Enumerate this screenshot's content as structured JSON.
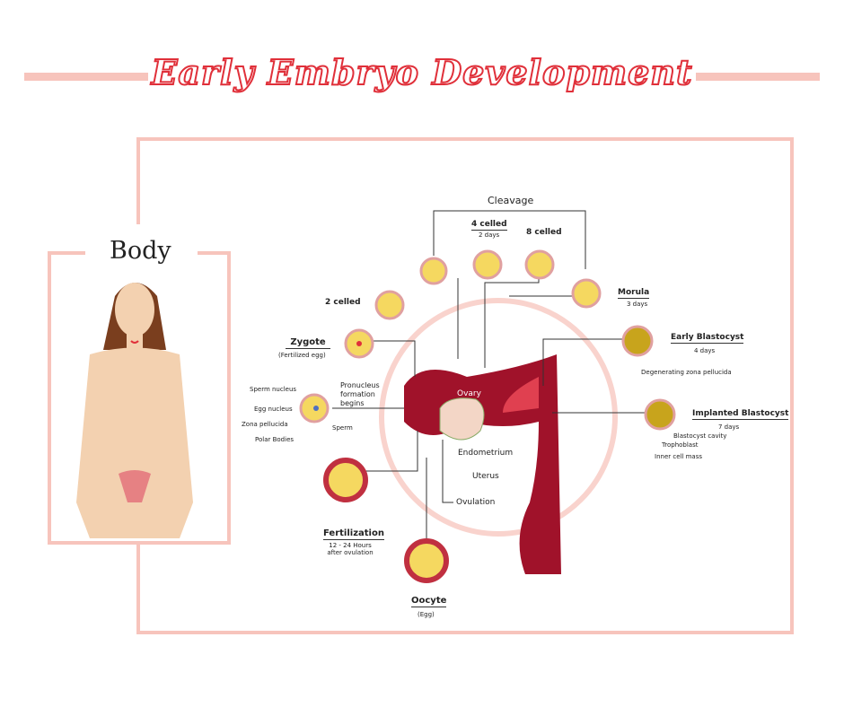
{
  "title": "Early Embryo Development",
  "body_label": "Body",
  "labels": {
    "cleavage": "Cleavage",
    "four_celled": "4 celled",
    "four_celled_time": "2 days",
    "eight_celled": "8 celled",
    "two_celled": "2 celled",
    "morula": "Morula",
    "morula_time": "3 days",
    "zygote": "Zygote",
    "zygote_sub": "(Fertilized egg)",
    "early_blastocyst": "Early Blastocyst",
    "early_blastocyst_time": "4 days",
    "degenerating": "Degenerating zona pellucida",
    "implanted_blastocyst": "Implanted Blastocyst",
    "implanted_time": "7 days",
    "blastocyst_cavity": "Blastocyst cavity",
    "trophoblast": "Trophoblast",
    "inner_cell_mass": "Inner cell mass",
    "sperm_nucleus": "Sperm nucleus",
    "egg_nucleus": "Egg nucleus",
    "zona_pellucida": "Zona pellucida",
    "polar_bodies": "Polar Bodies",
    "pronucleus": "Pronucleus formation begins",
    "sperm": "Sperm",
    "ovary": "Ovary",
    "endometrium": "Endometrium",
    "uterus": "Uterus",
    "ovulation": "Ovulation",
    "fertilization": "Fertilization",
    "fertilization_time": "12 - 24 Hours after ovulation",
    "oocyte": "Oocyte",
    "oocyte_sub": "(Egg)"
  },
  "colors": {
    "accent": "#e0303a",
    "frame": "#f7c4bc",
    "tissue": "#a0122a",
    "cell": "#f5c842"
  }
}
